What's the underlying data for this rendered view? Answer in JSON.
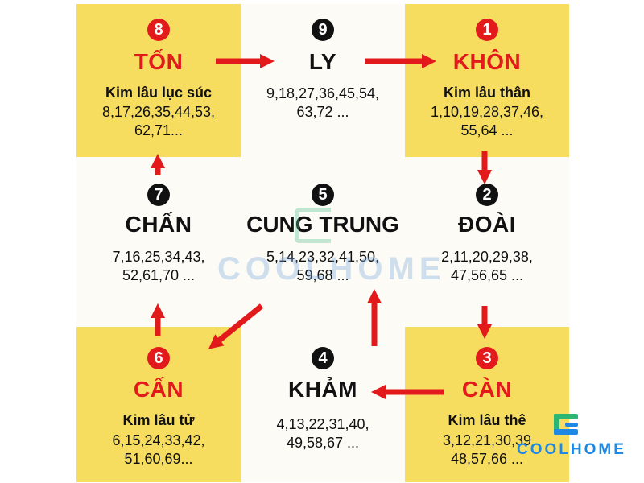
{
  "cells": {
    "ton": {
      "number": "8",
      "name": "TỐN",
      "sub": "Kim lâu lục súc",
      "nums": [
        "8,17,26,35,44,53,",
        "62,71..."
      ]
    },
    "ly": {
      "number": "9",
      "name": "LY",
      "nums": [
        "9,18,27,36,45,54,",
        "63,72 ..."
      ]
    },
    "khon": {
      "number": "1",
      "name": "KHÔN",
      "sub": "Kim lâu thân",
      "nums": [
        "1,10,19,28,37,46,",
        "55,64 ..."
      ]
    },
    "chan": {
      "number": "7",
      "name": "CHẤN",
      "nums": [
        "7,16,25,34,43,",
        "52,61,70 ..."
      ]
    },
    "cung": {
      "number": "5",
      "name": "CUNG TRUNG",
      "nums": [
        "5,14,23,32,41,50,",
        "59,68 ..."
      ]
    },
    "doai": {
      "number": "2",
      "name": "ĐOÀI",
      "nums": [
        "2,11,20,29,38,",
        "47,56,65 ..."
      ]
    },
    "can_l": {
      "number": "6",
      "name": "CẤN",
      "sub": "Kim lâu tử",
      "nums": [
        "6,15,24,33,42,",
        "51,60,69..."
      ]
    },
    "kham": {
      "number": "4",
      "name": "KHẢM",
      "nums": [
        "4,13,22,31,40,",
        "49,58,67 ..."
      ]
    },
    "can_r": {
      "number": "3",
      "name": "CÀN",
      "sub": "Kim lâu thê",
      "nums": [
        "3,12,21,30,39",
        "48,57,66 ..."
      ]
    }
  },
  "watermark": {
    "center_text": "COOLHOME",
    "logo_text": "COOLHOME"
  },
  "colors": {
    "yellow": "#f7dd5f",
    "red": "#e31a1c",
    "black": "#111111",
    "brand_blue": "#1e88e5",
    "brand_green": "#2bb673"
  }
}
